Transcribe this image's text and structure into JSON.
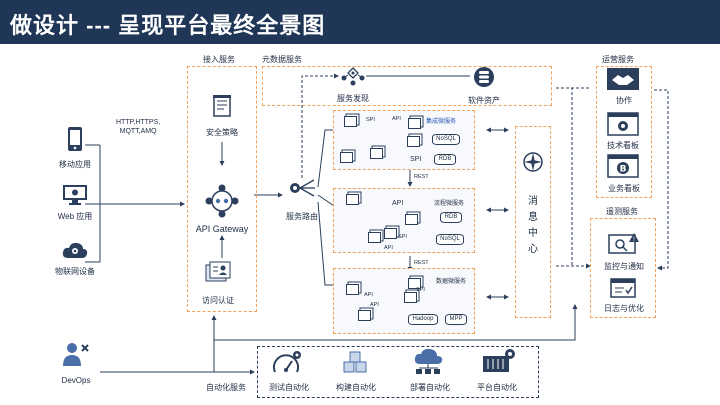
{
  "header": {
    "title": "做设计 --- 呈现平台最终全景图"
  },
  "clients": {
    "protocol_label": "HTTP,HTTPS,\nMQTT,AMQ",
    "mobile": "移动应用",
    "web": "Web 应用",
    "iot": "物联网设备",
    "devops": "DevOps"
  },
  "access": {
    "section": "接入服务",
    "security": "安全策略",
    "gateway": "API Gateway",
    "auth": "访问认证"
  },
  "routing": {
    "label": "服务路由"
  },
  "metadata": {
    "section": "元数据服务",
    "discovery": "服务发现",
    "assets": "软件资产"
  },
  "integration": {
    "title": "集成微服务",
    "spi_a": "SPI",
    "api_a": "API",
    "spi_b": "SPI",
    "nosql": "NoSQL",
    "rdb": "RDB"
  },
  "process": {
    "title": "流程微服务",
    "api_a": "API",
    "spi": "SPI",
    "api_b": "API",
    "rdb": "RDB",
    "nosql": "NoSQL"
  },
  "data_svc": {
    "title": "数据微服务",
    "spi": "SPI",
    "api_a": "API",
    "api_b": "API",
    "hadoop": "Hadoop",
    "mpp": "MPP"
  },
  "rest_a": "REST",
  "rest_b": "REST",
  "message_center": {
    "line1": "消",
    "line2": "息",
    "line3": "中",
    "line4": "心"
  },
  "operations": {
    "section": "运营服务",
    "collab": "协作",
    "tech_board": "技术看板",
    "biz_board": "业务看板"
  },
  "telemetry": {
    "section": "遥测服务",
    "monitor": "监控与通知",
    "logs": "日志与优化"
  },
  "automation": {
    "section": "自动化服务",
    "test": "测试自动化",
    "build": "构建自动化",
    "deploy": "部署自动化",
    "platform": "平台自动化"
  },
  "colors": {
    "header": "#1f3657",
    "accent": "#f0a25c",
    "ink": "#2b3f5c",
    "brand_blue": "#2b55b5"
  }
}
